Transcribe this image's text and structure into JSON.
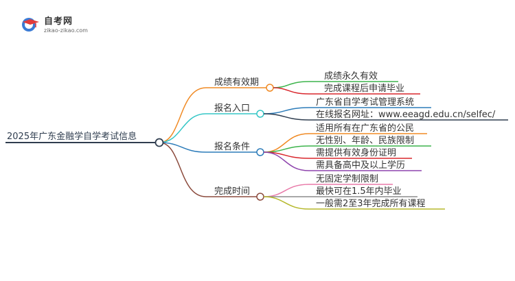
{
  "logo": {
    "title": "自考网",
    "subtitle": "zikao-zikao.com"
  },
  "mindmap": {
    "root": "2025年广东金融学自学考试信息",
    "branches": [
      {
        "label": "成绩有效期",
        "color": "#f08a24",
        "children": [
          {
            "label": "成绩永久有效",
            "color": "#3cb44b"
          },
          {
            "label": "完成课程后申请毕业",
            "color": "#d9262c"
          }
        ]
      },
      {
        "label": "报名入口",
        "color": "#33c6c6",
        "children": [
          {
            "label": "广东省自学考试管理系统",
            "color": "#2b7bb9"
          },
          {
            "label": "在线报名网址：www.eeagd.edu.cn/selfec/",
            "color": "#2f3d4f"
          }
        ]
      },
      {
        "label": "报名条件",
        "color": "#2b7bb9",
        "children": [
          {
            "label": "适用所有在广东省的公民",
            "color": "#f08a24"
          },
          {
            "label": "无性别、年龄、民族限制",
            "color": "#3cb44b"
          },
          {
            "label": "需提供有效身份证明",
            "color": "#d9262c"
          },
          {
            "label": "需具备高中及以上学历",
            "color": "#8e44ad"
          }
        ]
      },
      {
        "label": "完成时间",
        "color": "#8b4a3c",
        "children": [
          {
            "label": "无固定学制限制",
            "color": "#e879a8"
          },
          {
            "label": "最快可在1.5年内毕业",
            "color": "#8c8c8c"
          },
          {
            "label": "一般需2至3年完成所有课程",
            "color": "#b5b82a"
          }
        ]
      }
    ]
  }
}
